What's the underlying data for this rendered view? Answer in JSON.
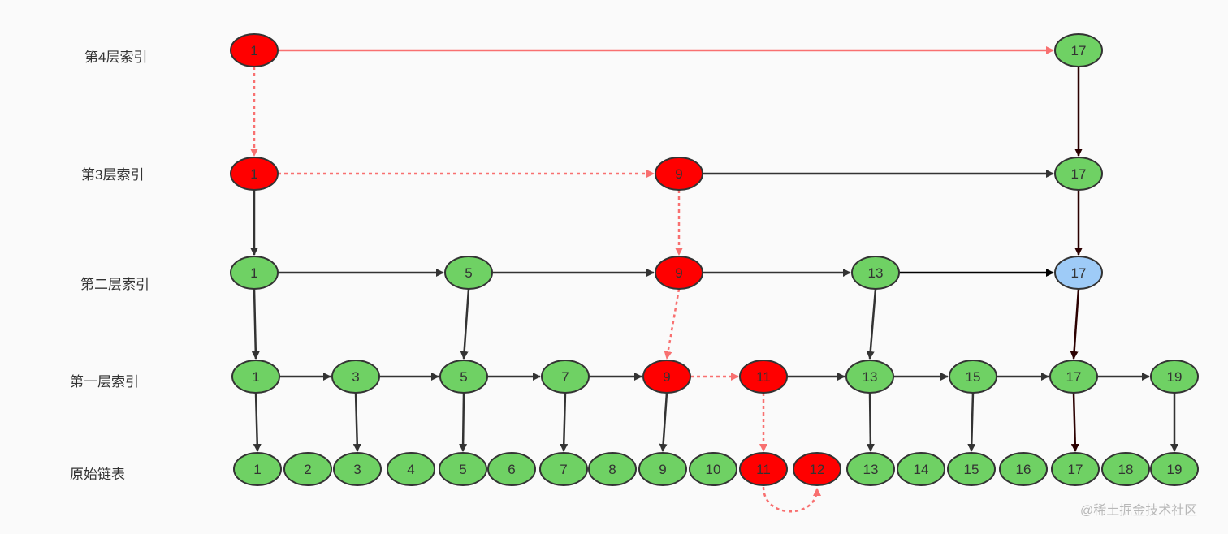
{
  "diagram": {
    "levels": [
      {
        "label": "第4层索引"
      },
      {
        "label": "第3层索引"
      },
      {
        "label": "第二层索引"
      },
      {
        "label": "第一层索引"
      },
      {
        "label": "原始链表"
      }
    ],
    "nodes": [
      {
        "level": 0,
        "value": 1,
        "state": "path"
      },
      {
        "level": 0,
        "value": 17,
        "state": "normal"
      },
      {
        "level": 1,
        "value": 1,
        "state": "path"
      },
      {
        "level": 1,
        "value": 9,
        "state": "path"
      },
      {
        "level": 1,
        "value": 17,
        "state": "normal"
      },
      {
        "level": 2,
        "value": 1,
        "state": "normal"
      },
      {
        "level": 2,
        "value": 5,
        "state": "normal"
      },
      {
        "level": 2,
        "value": 9,
        "state": "path"
      },
      {
        "level": 2,
        "value": 13,
        "state": "normal"
      },
      {
        "level": 2,
        "value": 17,
        "state": "highlight"
      },
      {
        "level": 3,
        "value": 1,
        "state": "normal"
      },
      {
        "level": 3,
        "value": 3,
        "state": "normal"
      },
      {
        "level": 3,
        "value": 5,
        "state": "normal"
      },
      {
        "level": 3,
        "value": 7,
        "state": "normal"
      },
      {
        "level": 3,
        "value": 9,
        "state": "path"
      },
      {
        "level": 3,
        "value": 11,
        "state": "path"
      },
      {
        "level": 3,
        "value": 13,
        "state": "normal"
      },
      {
        "level": 3,
        "value": 15,
        "state": "normal"
      },
      {
        "level": 3,
        "value": 17,
        "state": "normal"
      },
      {
        "level": 3,
        "value": 19,
        "state": "normal"
      },
      {
        "level": 4,
        "value": 1,
        "state": "normal"
      },
      {
        "level": 4,
        "value": 2,
        "state": "normal"
      },
      {
        "level": 4,
        "value": 3,
        "state": "normal"
      },
      {
        "level": 4,
        "value": 4,
        "state": "normal"
      },
      {
        "level": 4,
        "value": 5,
        "state": "normal"
      },
      {
        "level": 4,
        "value": 6,
        "state": "normal"
      },
      {
        "level": 4,
        "value": 7,
        "state": "normal"
      },
      {
        "level": 4,
        "value": 8,
        "state": "normal"
      },
      {
        "level": 4,
        "value": 9,
        "state": "normal"
      },
      {
        "level": 4,
        "value": 10,
        "state": "normal"
      },
      {
        "level": 4,
        "value": 11,
        "state": "path"
      },
      {
        "level": 4,
        "value": 12,
        "state": "path"
      },
      {
        "level": 4,
        "value": 13,
        "state": "normal"
      },
      {
        "level": 4,
        "value": 14,
        "state": "normal"
      },
      {
        "level": 4,
        "value": 15,
        "state": "normal"
      },
      {
        "level": 4,
        "value": 16,
        "state": "normal"
      },
      {
        "level": 4,
        "value": 17,
        "state": "normal"
      },
      {
        "level": 4,
        "value": 18,
        "state": "normal"
      },
      {
        "level": 4,
        "value": 19,
        "state": "normal"
      }
    ],
    "edges": [
      {
        "from": [
          0,
          1
        ],
        "to": [
          0,
          17
        ],
        "style": "path-solid"
      },
      {
        "from": [
          0,
          1
        ],
        "to": [
          1,
          1
        ],
        "style": "path-dashed"
      },
      {
        "from": [
          0,
          17
        ],
        "to": [
          1,
          17
        ],
        "style": "dark"
      },
      {
        "from": [
          1,
          1
        ],
        "to": [
          1,
          9
        ],
        "style": "path-dashed"
      },
      {
        "from": [
          1,
          9
        ],
        "to": [
          1,
          17
        ],
        "style": "normal"
      },
      {
        "from": [
          1,
          1
        ],
        "to": [
          2,
          1
        ],
        "style": "normal"
      },
      {
        "from": [
          1,
          9
        ],
        "to": [
          2,
          9
        ],
        "style": "path-dashed"
      },
      {
        "from": [
          1,
          17
        ],
        "to": [
          2,
          17
        ],
        "style": "dark"
      },
      {
        "from": [
          2,
          1
        ],
        "to": [
          2,
          5
        ],
        "style": "normal"
      },
      {
        "from": [
          2,
          5
        ],
        "to": [
          2,
          9
        ],
        "style": "normal"
      },
      {
        "from": [
          2,
          9
        ],
        "to": [
          2,
          13
        ],
        "style": "normal"
      },
      {
        "from": [
          2,
          13
        ],
        "to": [
          2,
          17
        ],
        "style": "black"
      },
      {
        "from": [
          2,
          1
        ],
        "to": [
          3,
          1
        ],
        "style": "normal"
      },
      {
        "from": [
          2,
          5
        ],
        "to": [
          3,
          5
        ],
        "style": "normal"
      },
      {
        "from": [
          2,
          9
        ],
        "to": [
          3,
          9
        ],
        "style": "path-dashed"
      },
      {
        "from": [
          2,
          13
        ],
        "to": [
          3,
          13
        ],
        "style": "normal"
      },
      {
        "from": [
          2,
          17
        ],
        "to": [
          3,
          17
        ],
        "style": "dark"
      },
      {
        "from": [
          3,
          1
        ],
        "to": [
          3,
          3
        ],
        "style": "normal"
      },
      {
        "from": [
          3,
          3
        ],
        "to": [
          3,
          5
        ],
        "style": "normal"
      },
      {
        "from": [
          3,
          5
        ],
        "to": [
          3,
          7
        ],
        "style": "normal"
      },
      {
        "from": [
          3,
          7
        ],
        "to": [
          3,
          9
        ],
        "style": "normal"
      },
      {
        "from": [
          3,
          9
        ],
        "to": [
          3,
          11
        ],
        "style": "path-dashed"
      },
      {
        "from": [
          3,
          11
        ],
        "to": [
          3,
          13
        ],
        "style": "normal"
      },
      {
        "from": [
          3,
          13
        ],
        "to": [
          3,
          15
        ],
        "style": "normal"
      },
      {
        "from": [
          3,
          15
        ],
        "to": [
          3,
          17
        ],
        "style": "normal"
      },
      {
        "from": [
          3,
          17
        ],
        "to": [
          3,
          19
        ],
        "style": "normal"
      },
      {
        "from": [
          3,
          1
        ],
        "to": [
          4,
          1
        ],
        "style": "normal"
      },
      {
        "from": [
          3,
          3
        ],
        "to": [
          4,
          3
        ],
        "style": "normal"
      },
      {
        "from": [
          3,
          5
        ],
        "to": [
          4,
          5
        ],
        "style": "normal"
      },
      {
        "from": [
          3,
          7
        ],
        "to": [
          4,
          7
        ],
        "style": "normal"
      },
      {
        "from": [
          3,
          9
        ],
        "to": [
          4,
          9
        ],
        "style": "normal"
      },
      {
        "from": [
          3,
          11
        ],
        "to": [
          4,
          11
        ],
        "style": "path-dashed"
      },
      {
        "from": [
          3,
          13
        ],
        "to": [
          4,
          13
        ],
        "style": "normal"
      },
      {
        "from": [
          3,
          15
        ],
        "to": [
          4,
          15
        ],
        "style": "normal"
      },
      {
        "from": [
          3,
          17
        ],
        "to": [
          4,
          17
        ],
        "style": "dark"
      },
      {
        "from": [
          3,
          19
        ],
        "to": [
          4,
          19
        ],
        "style": "normal"
      },
      {
        "from": [
          4,
          11
        ],
        "to": [
          4,
          12
        ],
        "style": "path-curve"
      }
    ]
  },
  "colors": {
    "node_normal": "#6fd164",
    "node_path": "#ff0000",
    "node_highlight": "#9ecbf7",
    "node_stroke": "#333333",
    "edge_normal": "#333333",
    "edge_black": "#000000",
    "edge_dark": "#2b0000",
    "edge_path": "#f87070"
  },
  "watermark": "@稀土掘金技术社区"
}
